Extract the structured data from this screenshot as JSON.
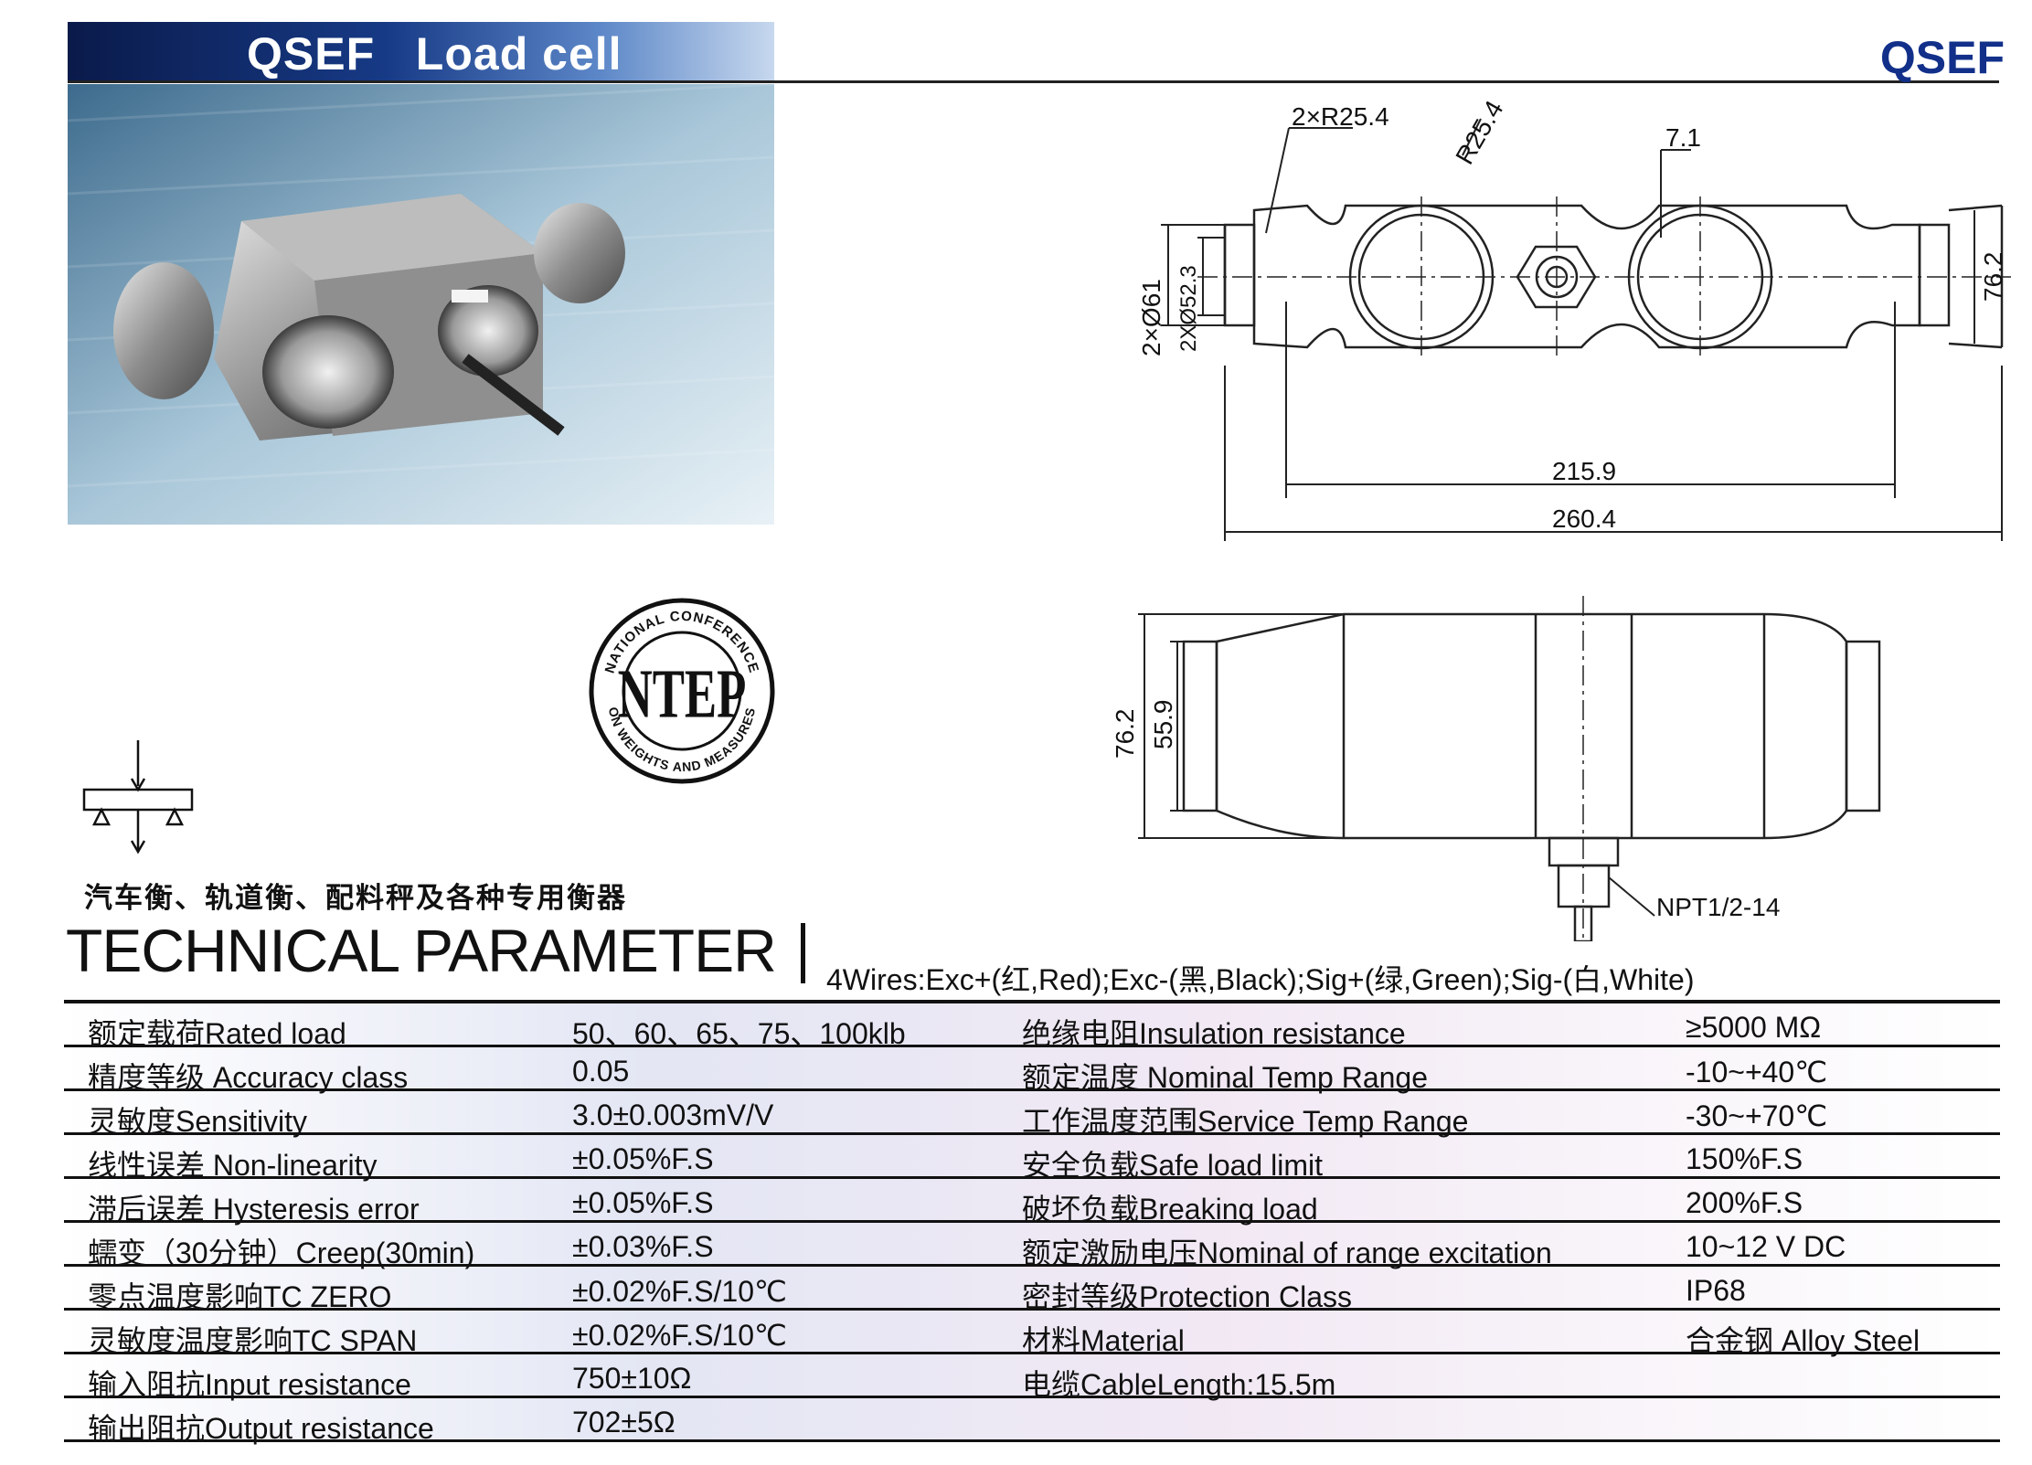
{
  "header": {
    "title": "QSEF   Load cell",
    "brand": "QSEF"
  },
  "drawing": {
    "top_view": {
      "radius_ends": "2×R25.4",
      "radius_mid": "R25.4",
      "notch": "7.1",
      "hole_outer": "2×Ø61",
      "hole_inner": "2XØ52.3",
      "height": "76.2",
      "pitch": "215.9",
      "overall": "260.4"
    },
    "side_view": {
      "height": "76.2",
      "inner": "55.9",
      "connector": "NPT1/2-14"
    }
  },
  "ntep": {
    "center": "NTEP",
    "ring_top": "NATIONAL CONFERENCE",
    "ring_bottom": "ON WEIGHTS AND MEASURES"
  },
  "applications": "汽车衡、轨道衡、配料秤及各种专用衡器",
  "tech_heading": "TECHNICAL PARAMETER",
  "wiring": "4Wires:Exc+(红,Red);Exc-(黑,Black);Sig+(绿,Green);Sig-(白,White)",
  "params": [
    {
      "l1": "额定载荷Rated load",
      "v1": "50、60、65、75、100klb",
      "l2": "绝缘电阻Insulation resistance",
      "v2": "≥5000 MΩ"
    },
    {
      "l1": "精度等级 Accuracy class",
      "v1": "0.05",
      "l2": "额定温度 Nominal Temp Range",
      "v2": "-10~+40℃"
    },
    {
      "l1": "灵敏度Sensitivity",
      "v1": "3.0±0.003mV/V",
      "l2": "工作温度范围Service Temp Range",
      "v2": "-30~+70℃"
    },
    {
      "l1": "线性误差 Non-linearity",
      "v1": "±0.05%F.S",
      "l2": "安全负载Safe load limit",
      "v2": "150%F.S"
    },
    {
      "l1": "滞后误差 Hysteresis error",
      "v1": "±0.05%F.S",
      "l2": "破坏负载Breaking load",
      "v2": "200%F.S"
    },
    {
      "l1": "蠕变（30分钟）Creep(30min)",
      "v1": "±0.03%F.S",
      "l2": "额定激励电压Nominal of range excitation",
      "v2": "10~12 V DC"
    },
    {
      "l1": "零点温度影响TC ZERO",
      "v1": "±0.02%F.S/10℃",
      "l2": "密封等级Protection Class",
      "v2": "IP68"
    },
    {
      "l1": "灵敏度温度影响TC SPAN",
      "v1": "±0.02%F.S/10℃",
      "l2": "材料Material",
      "v2": "合金钢 Alloy Steel"
    },
    {
      "l1": "输入阻抗Input resistance",
      "v1": "750±10Ω",
      "l2": "电缆CableLength:15.5m",
      "v2": ""
    },
    {
      "l1": "输出阻抗Output resistance",
      "v1": "702±5Ω",
      "l2": "",
      "v2": ""
    }
  ]
}
